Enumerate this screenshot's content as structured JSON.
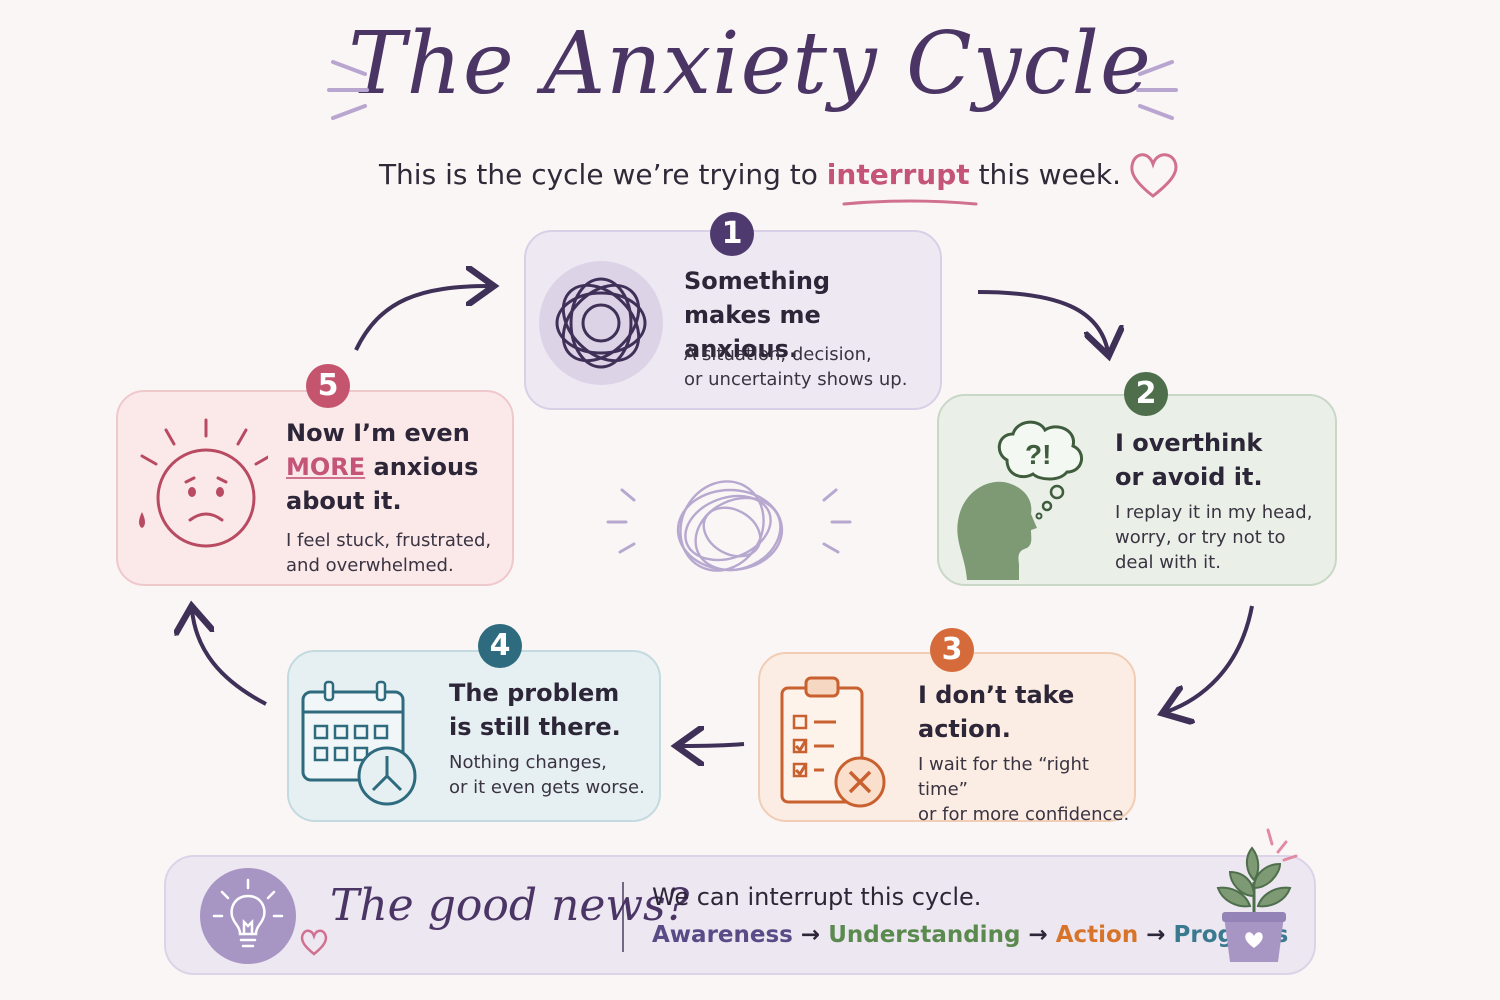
{
  "title": "The Anxiety Cycle",
  "subtitle": {
    "before": "This is the cycle we’re trying to ",
    "highlight": "interrupt",
    "after": " this week."
  },
  "steps": [
    {
      "number": "1",
      "heading_lines": [
        "Something",
        "makes me anxious."
      ],
      "description_lines": [
        "A situation, decision,",
        "or uncertainty shows up."
      ],
      "color": "#4e3a6e",
      "icon": "tangled-scribble-icon"
    },
    {
      "number": "2",
      "heading_lines": [
        "I overthink",
        "or avoid it."
      ],
      "description_lines": [
        "I replay it in my head,",
        "worry, or try not to",
        "deal with it."
      ],
      "color": "#4e6e4c",
      "icon": "thinking-head-icon",
      "thought_text": "?!"
    },
    {
      "number": "3",
      "heading_lines": [
        "I don’t take",
        "action."
      ],
      "description_lines": [
        "I wait for the “right time”",
        "or for more confidence."
      ],
      "color": "#d56a3a",
      "icon": "clipboard-x-icon"
    },
    {
      "number": "4",
      "heading_lines": [
        "The problem",
        "is still there."
      ],
      "description_lines": [
        "Nothing changes,",
        "or it even gets worse."
      ],
      "color": "#2e6b7e",
      "icon": "calendar-clock-icon"
    },
    {
      "number": "5",
      "heading": {
        "line1": "Now I’m even",
        "more_word": "MORE",
        "line2_rest": " anxious",
        "line3": "about it."
      },
      "description_lines": [
        "I feel stuck, frustrated,",
        "and overwhelmed."
      ],
      "color": "#c5546f",
      "icon": "sad-face-icon"
    }
  ],
  "bottom": {
    "good_news": "The good news?",
    "line1": "We can interrupt this cycle.",
    "arrow": "→",
    "progression": [
      {
        "label": "Awareness",
        "color": "#5a4a86"
      },
      {
        "label": "Understanding",
        "color": "#5a8a4e"
      },
      {
        "label": "Action",
        "color": "#d8742a"
      },
      {
        "label": "Progress",
        "color": "#3b7a8e"
      }
    ]
  }
}
